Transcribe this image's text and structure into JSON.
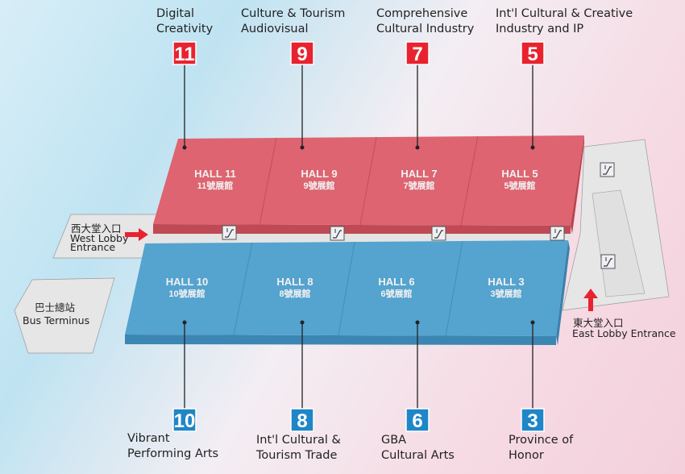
{
  "colors": {
    "upper_halls": "#dd6470",
    "lower_halls": "#55a3cf",
    "red_badge": "#e8232f",
    "blue_badge": "#1f86c7"
  },
  "top_halls": [
    {
      "number": "11",
      "title": "HALL 11",
      "chinese": "11號展館",
      "theme_line1": "Digital",
      "theme_line2": "Creativity"
    },
    {
      "number": "9",
      "title": "HALL 9",
      "chinese": "9號展館",
      "theme_line1": "Culture & Tourism",
      "theme_line2": "Audiovisual"
    },
    {
      "number": "7",
      "title": "HALL 7",
      "chinese": "7號展館",
      "theme_line1": "Comprehensive",
      "theme_line2": "Cultural Industry"
    },
    {
      "number": "5",
      "title": "HALL 5",
      "chinese": "5號展館",
      "theme_line1": "Int'l Cultural & Creative",
      "theme_line2": "Industry and IP"
    }
  ],
  "bottom_halls": [
    {
      "number": "10",
      "title": "HALL 10",
      "chinese": "10號展館",
      "theme_line1": "Vibrant",
      "theme_line2": "Performing Arts"
    },
    {
      "number": "8",
      "title": "HALL 8",
      "chinese": "8號展館",
      "theme_line1": "Int'l Cultural &",
      "theme_line2": "Tourism Trade"
    },
    {
      "number": "6",
      "title": "HALL 6",
      "chinese": "6號展館",
      "theme_line1": "GBA",
      "theme_line2": "Cultural Arts"
    },
    {
      "number": "3",
      "title": "HALL 3",
      "chinese": "3號展館",
      "theme_line1": "Province of",
      "theme_line2": "Honor"
    }
  ],
  "west_entrance": {
    "chinese": "西大堂入口",
    "line1": "West Lobby",
    "line2": "Entrance"
  },
  "bus": {
    "chinese": "巴士總站",
    "english": "Bus Terminus"
  },
  "east_entrance": {
    "chinese": "東大堂入口",
    "english": "East Lobby Entrance"
  }
}
